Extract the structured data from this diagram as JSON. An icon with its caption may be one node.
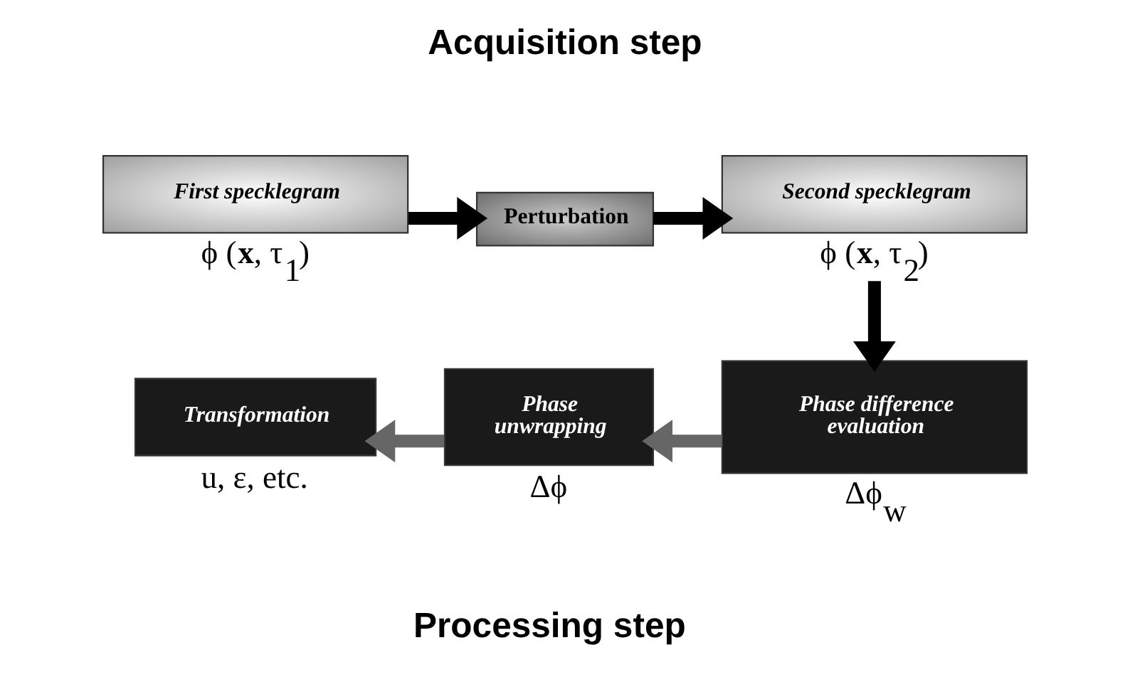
{
  "diagram": {
    "nodes": [
      {
        "text": [
          "First specklegram"
        ],
        "beside": [
          "ϕ (**x**, τ$_{1}$)"
        ]
      },
      {
        "text": [
          "Perturbation"
        ]
      },
      {
        "text": [
          "Second specklegram"
        ],
        "beside": [
          "ϕ (**x**, τ$_{2}$)"
        ]
      },
      {
        "text": [
          "Phase difference evaluation"
        ],
        "beside": [
          "Δϕ$_{w}$"
        ]
      },
      {
        "text": [
          "Phase unwrapping"
        ],
        "beside": [
          "Δϕ"
        ]
      },
      {
        "text": [
          "Transformation"
        ],
        "beside": [
          "u, ε, etc."
        ]
      }
    ],
    "edges": [
      {
        "from": 0,
        "to": 1,
        "arrow": "to"
      },
      {
        "from": 1,
        "to": 2,
        "arrow": "to"
      },
      {
        "from": 2,
        "to": 3,
        "arrow": "to"
      },
      {
        "from": 3,
        "to": 4,
        "arrow": "to",
        "color": "#666666"
      },
      {
        "from": 4,
        "to": 5,
        "arrow": "to",
        "color": "#666666"
      }
    ],
    "labels": [
      "Acquisition step",
      "Processing step"
    ]
  }
}
